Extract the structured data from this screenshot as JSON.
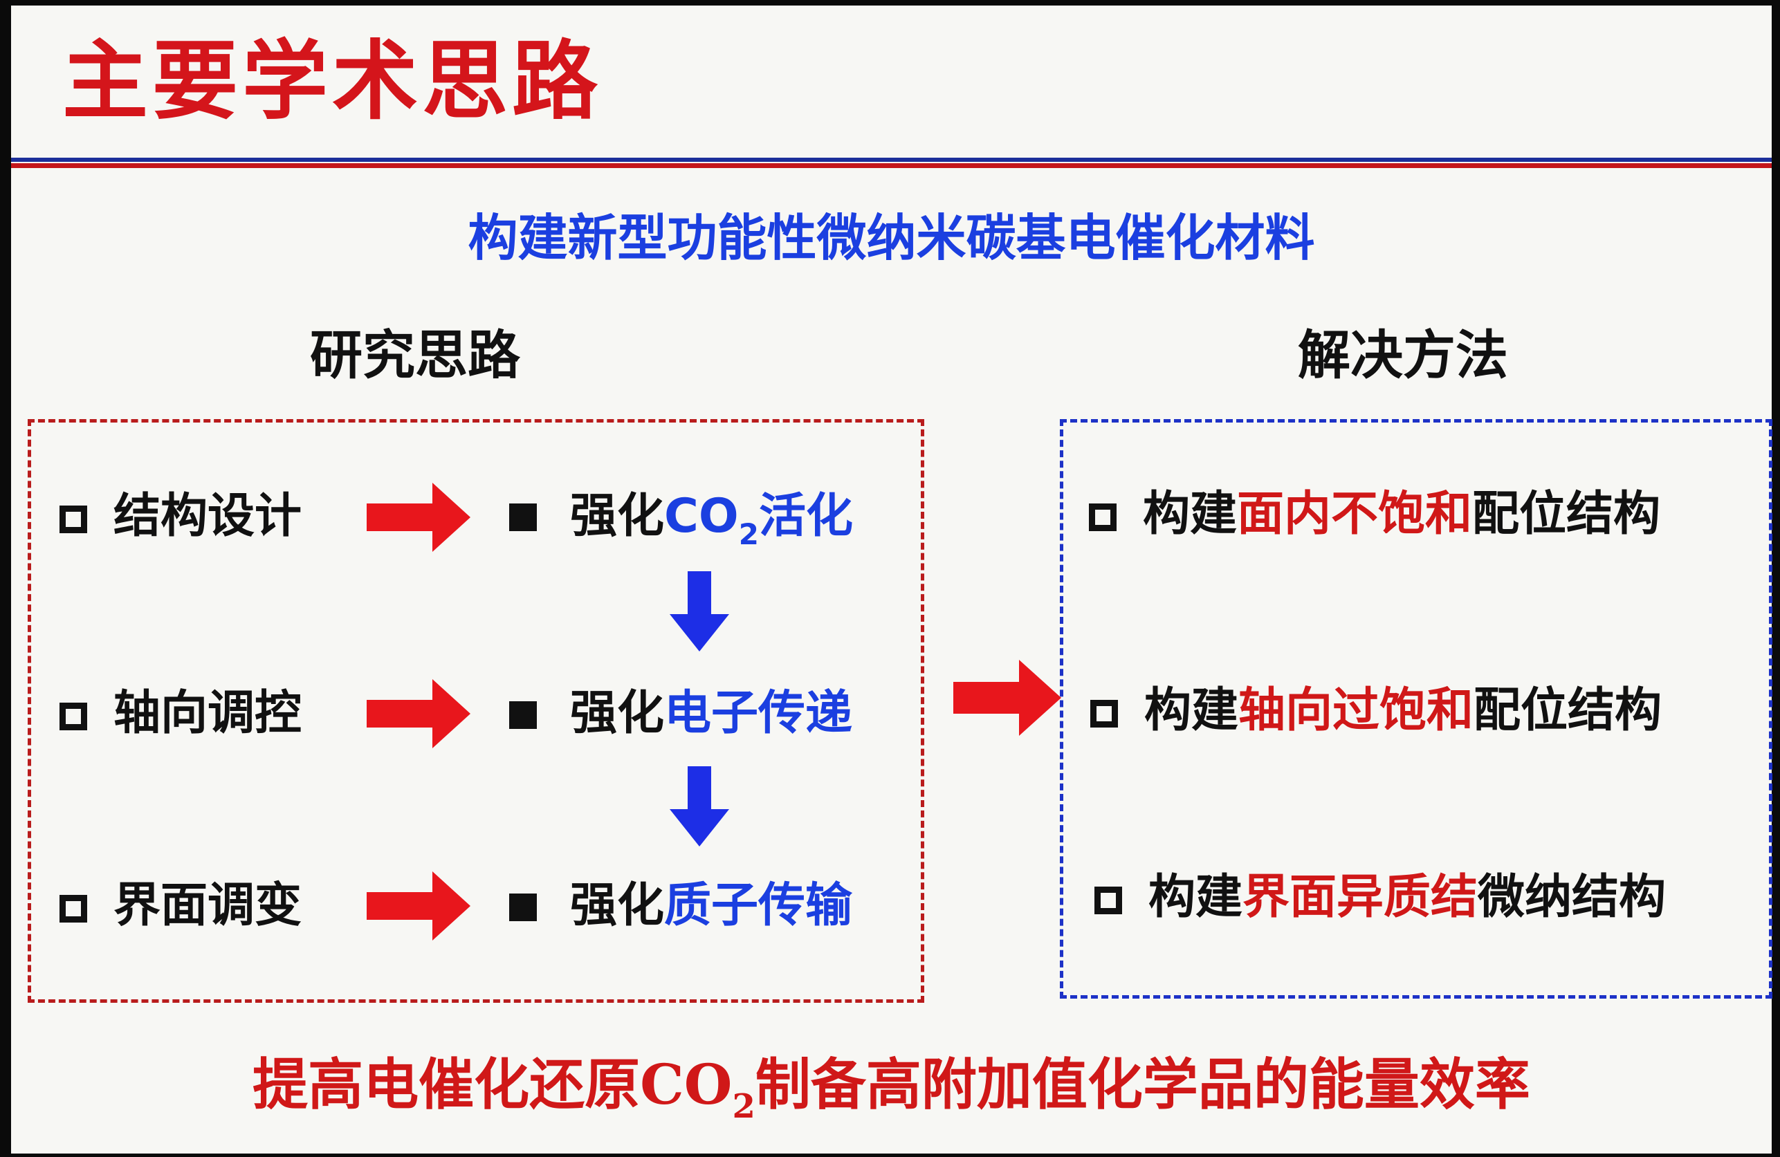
{
  "title": "主要学术思路",
  "subtitle": "构建新型功能性微纳米碳基电催化材料",
  "left_heading": "研究思路",
  "right_heading": "解决方法",
  "research_items": [
    {
      "label": "结构设计",
      "result_prefix": "强化",
      "result_co": "CO",
      "result_sub": "2",
      "result_suffix": "活化"
    },
    {
      "label": "轴向调控",
      "result_prefix": "强化",
      "result_highlight": "电子传递"
    },
    {
      "label": "界面调变",
      "result_prefix": "强化",
      "result_highlight": "质子传输"
    }
  ],
  "solutions": [
    {
      "prefix": "构建",
      "highlight": "面内不饱和",
      "suffix": "配位结构"
    },
    {
      "prefix": "构建",
      "highlight": "轴向过饱和",
      "suffix": "配位结构"
    },
    {
      "prefix": "构建",
      "highlight": "界面异质结",
      "suffix": "微纳结构"
    }
  ],
  "goal": {
    "before": "提高电催化还原CO",
    "sub": "2",
    "after": "制备高附加值化学品的能量效率"
  },
  "colors": {
    "title_red": "#d4151b",
    "accent_blue": "#1b3fe0",
    "arrow_red": "#e8161c",
    "arrow_blue": "#1d2ee6"
  }
}
